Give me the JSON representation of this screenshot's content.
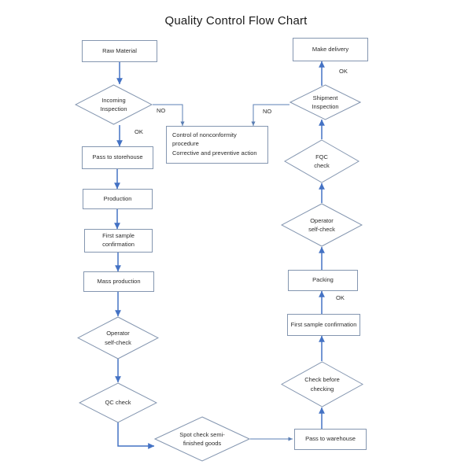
{
  "chart_data": {
    "type": "diagram",
    "title": "Quality Control Flow Chart",
    "colors": {
      "node_border": "#8496b0",
      "arrow": "#4472c4",
      "thin_connector": "#5b7fb4",
      "text": "#2b2b2b",
      "background": "#ffffff"
    },
    "nodes": [
      {
        "id": "raw-material",
        "shape": "process",
        "label": "Raw Material"
      },
      {
        "id": "incoming-inspection",
        "shape": "decision",
        "label": "Incoming Inspection"
      },
      {
        "id": "nonconformity",
        "shape": "process",
        "label": "Control of nonconformity procedure / Corrective and preventive action"
      },
      {
        "id": "pass-to-storehouse",
        "shape": "process",
        "label": "Pass to storehouse"
      },
      {
        "id": "production",
        "shape": "process",
        "label": "Production"
      },
      {
        "id": "first-sample-confirm-l",
        "shape": "process",
        "label": "First sample confirmation"
      },
      {
        "id": "mass-production",
        "shape": "process",
        "label": "Mass production"
      },
      {
        "id": "operator-self-check-l",
        "shape": "decision",
        "label": "Operator self-check"
      },
      {
        "id": "qc-check",
        "shape": "decision",
        "label": "QC check"
      },
      {
        "id": "spot-check",
        "shape": "decision",
        "label": "Spot check semi-finished goods"
      },
      {
        "id": "pass-to-warehouse",
        "shape": "process",
        "label": "Pass to warehouse"
      },
      {
        "id": "check-before-checking",
        "shape": "decision",
        "label": "Check before checking"
      },
      {
        "id": "first-sample-confirm-r",
        "shape": "process",
        "label": "First sample confirmation"
      },
      {
        "id": "packing",
        "shape": "process",
        "label": "Packing"
      },
      {
        "id": "operator-self-check-r",
        "shape": "decision",
        "label": "Operator self-check"
      },
      {
        "id": "fqc-check",
        "shape": "decision",
        "label": "FQC check"
      },
      {
        "id": "shipment-inspection",
        "shape": "decision",
        "label": "Shipment Inspection"
      },
      {
        "id": "make-delivery",
        "shape": "process",
        "label": "Make delivery"
      }
    ],
    "edges": [
      {
        "from": "raw-material",
        "to": "incoming-inspection",
        "label": ""
      },
      {
        "from": "incoming-inspection",
        "to": "pass-to-storehouse",
        "label": "OK"
      },
      {
        "from": "incoming-inspection",
        "to": "nonconformity",
        "label": "NO"
      },
      {
        "from": "pass-to-storehouse",
        "to": "production",
        "label": ""
      },
      {
        "from": "production",
        "to": "first-sample-confirm-l",
        "label": ""
      },
      {
        "from": "first-sample-confirm-l",
        "to": "mass-production",
        "label": ""
      },
      {
        "from": "mass-production",
        "to": "operator-self-check-l",
        "label": ""
      },
      {
        "from": "operator-self-check-l",
        "to": "qc-check",
        "label": ""
      },
      {
        "from": "qc-check",
        "to": "spot-check",
        "label": ""
      },
      {
        "from": "spot-check",
        "to": "pass-to-warehouse",
        "label": ""
      },
      {
        "from": "pass-to-warehouse",
        "to": "check-before-checking",
        "label": ""
      },
      {
        "from": "check-before-checking",
        "to": "first-sample-confirm-r",
        "label": ""
      },
      {
        "from": "first-sample-confirm-r",
        "to": "packing",
        "label": "OK"
      },
      {
        "from": "packing",
        "to": "operator-self-check-r",
        "label": ""
      },
      {
        "from": "operator-self-check-r",
        "to": "fqc-check",
        "label": ""
      },
      {
        "from": "fqc-check",
        "to": "shipment-inspection",
        "label": ""
      },
      {
        "from": "shipment-inspection",
        "to": "make-delivery",
        "label": "OK"
      },
      {
        "from": "shipment-inspection",
        "to": "nonconformity",
        "label": "NO"
      }
    ]
  },
  "title": "Quality Control Flow Chart",
  "nodes": {
    "raw_material": "Raw Material",
    "incoming_inspection_1": "Incoming",
    "incoming_inspection_2": "Inspection",
    "nonconformity_line1": "Control of nonconformity procedure",
    "nonconformity_line2": "Corrective and preventive action",
    "pass_to_storehouse": "Pass to storehouse",
    "production": "Production",
    "first_sample_left_1": "First sample",
    "first_sample_left_2": "confirmation",
    "mass_production": "Mass production",
    "operator_left_1": "Operator",
    "operator_left_2": "self-check",
    "qc_check": "QC check",
    "spot_check_1": "Spot check semi-",
    "spot_check_2": "finished goods",
    "pass_to_warehouse": "Pass to warehouse",
    "check_before_1": "Check before",
    "check_before_2": "checking",
    "first_sample_right": "First sample confirmation",
    "packing": "Packing",
    "operator_right_1": "Operator",
    "operator_right_2": "self-check",
    "fqc_1": "FQC",
    "fqc_2": "check",
    "shipment_1": "Shipment",
    "shipment_2": "Inspection",
    "make_delivery": "Make delivery"
  },
  "labels": {
    "no_left": "NO",
    "ok_left": "OK",
    "no_right": "NO",
    "ok_delivery": "OK",
    "ok_packing": "OK"
  }
}
